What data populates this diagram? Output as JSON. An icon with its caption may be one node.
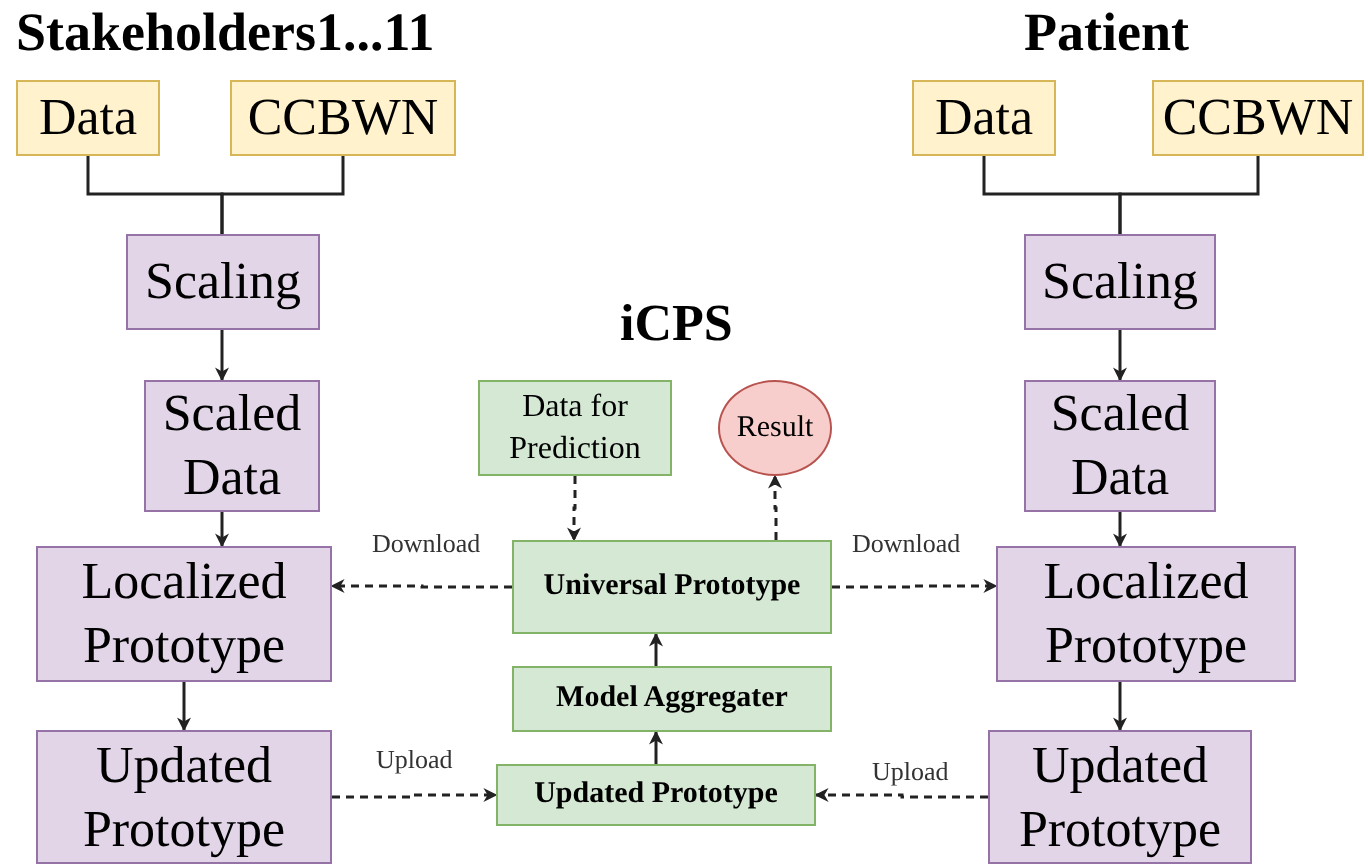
{
  "diagram": {
    "nodes": [
      {
        "text": [
          "Data"
        ]
      },
      {
        "text": [
          "CCBWN"
        ]
      },
      {
        "text": [
          "Scaling"
        ]
      },
      {
        "text": [
          "Scaled Data"
        ]
      },
      {
        "text": [
          "Localized Prototype"
        ]
      },
      {
        "text": [
          "Updated Prototype"
        ]
      },
      {
        "text": [
          "Data"
        ]
      },
      {
        "text": [
          "CCBWN"
        ]
      },
      {
        "text": [
          "Scaling"
        ]
      },
      {
        "text": [
          "Scaled Data"
        ]
      },
      {
        "text": [
          "Localized Prototype"
        ]
      },
      {
        "text": [
          "Updated Prototype"
        ]
      },
      {
        "text": [
          "Data for Prediction"
        ]
      },
      {
        "text": [
          "Result"
        ]
      },
      {
        "text": [
          "Universal Prototype"
        ]
      },
      {
        "text": [
          "Model Aggregater"
        ]
      },
      {
        "text": [
          "Updated Prototype"
        ]
      }
    ],
    "edges": [
      {
        "from": 0,
        "to": 2,
        "arrow": "none"
      },
      {
        "from": 1,
        "to": 2,
        "arrow": "none"
      },
      {
        "from": 2,
        "to": 3,
        "arrow": "to"
      },
      {
        "from": 3,
        "to": 4,
        "arrow": "to"
      },
      {
        "from": 4,
        "to": 5,
        "arrow": "to"
      },
      {
        "from": 6,
        "to": 8,
        "arrow": "none"
      },
      {
        "from": 7,
        "to": 8,
        "arrow": "none"
      },
      {
        "from": 8,
        "to": 9,
        "arrow": "to"
      },
      {
        "from": 9,
        "to": 10,
        "arrow": "to"
      },
      {
        "from": 10,
        "to": 11,
        "arrow": "to"
      },
      {
        "from": 12,
        "to": 14,
        "arrow": "to",
        "style": "dashed"
      },
      {
        "from": 14,
        "to": 13,
        "arrow": "to",
        "style": "dashed"
      },
      {
        "from": 14,
        "to": 4,
        "arrow": "to",
        "style": "dashed",
        "label": "Download"
      },
      {
        "from": 14,
        "to": 10,
        "arrow": "to",
        "style": "dashed",
        "label": "Download"
      },
      {
        "from": 15,
        "to": 14,
        "arrow": "to"
      },
      {
        "from": 16,
        "to": 15,
        "arrow": "to"
      },
      {
        "from": 5,
        "to": 16,
        "arrow": "to",
        "style": "dashed",
        "label": "Upload"
      },
      {
        "from": 11,
        "to": 16,
        "arrow": "to",
        "style": "dashed",
        "label": "Upload"
      }
    ],
    "labels": [
      "Stakeholders1...11",
      "Patient",
      "iCPS"
    ]
  }
}
